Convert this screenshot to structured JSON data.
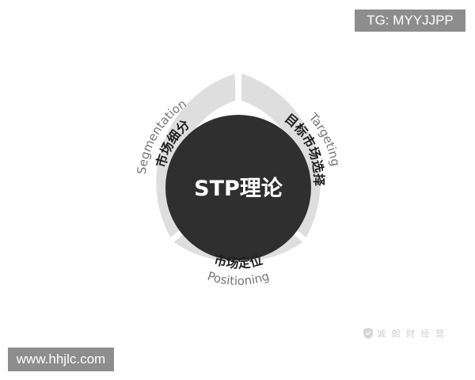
{
  "overlays": {
    "tg_label": "TG: MYYJJPP",
    "site_label": "www.hhjlc.com",
    "watermark_text": "诚 朗 财 经 营"
  },
  "diagram": {
    "center_title": "STP理论",
    "segments": [
      {
        "id": "segmentation",
        "english": "Segmentation",
        "chinese": "市场细分"
      },
      {
        "id": "targeting",
        "english": "Targeting",
        "chinese": "目标市场选择"
      },
      {
        "id": "positioning",
        "english": "Positioning",
        "chinese": "市场定位"
      }
    ]
  },
  "colors": {
    "ring": "#dedede",
    "center": "#2f2f2f",
    "center_text": "#ffffff",
    "label_dark": "#1e1e1e",
    "label_light": "#757575",
    "badge_bg": "#8d8d8d"
  }
}
